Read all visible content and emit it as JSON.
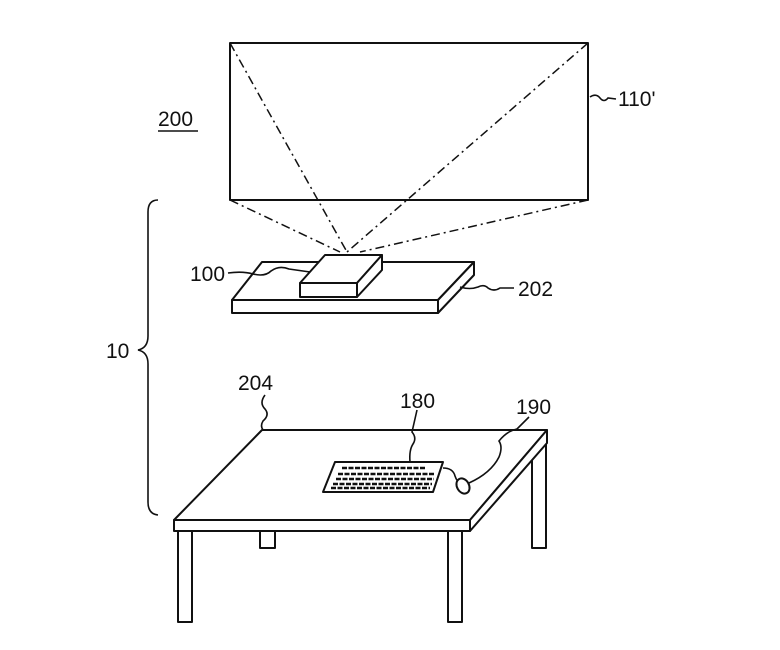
{
  "labels": {
    "figure_system": "200",
    "screen": "110'",
    "projector": "100",
    "platform": "202",
    "assembly": "10",
    "table": "204",
    "keyboard": "180",
    "mouse": "190"
  }
}
